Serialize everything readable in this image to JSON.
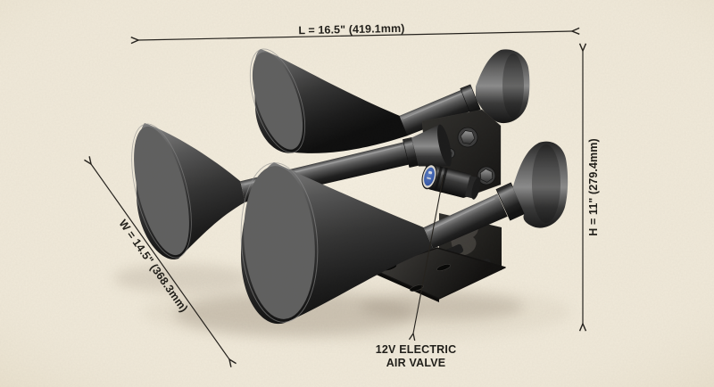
{
  "illustration": {
    "name": "triple-trumpet-train-air-horn-on-mounting-bracket",
    "style": "pencil-sketch product drawing on cream paper"
  },
  "dimensions": {
    "length_label": "L = 16.5\" (419.1mm)",
    "height_label": "H = 11\" (279.4mm)",
    "width_label": "W = 14.5\" (368.3mm)"
  },
  "callout": {
    "line1": "12V ELECTRIC",
    "line2": "AIR VALVE"
  },
  "colors": {
    "paper": "#f0e9d9",
    "ink": "#26231e",
    "horn_dark": "#1a1a1a",
    "valve_label_blue": "#3c5fae"
  }
}
